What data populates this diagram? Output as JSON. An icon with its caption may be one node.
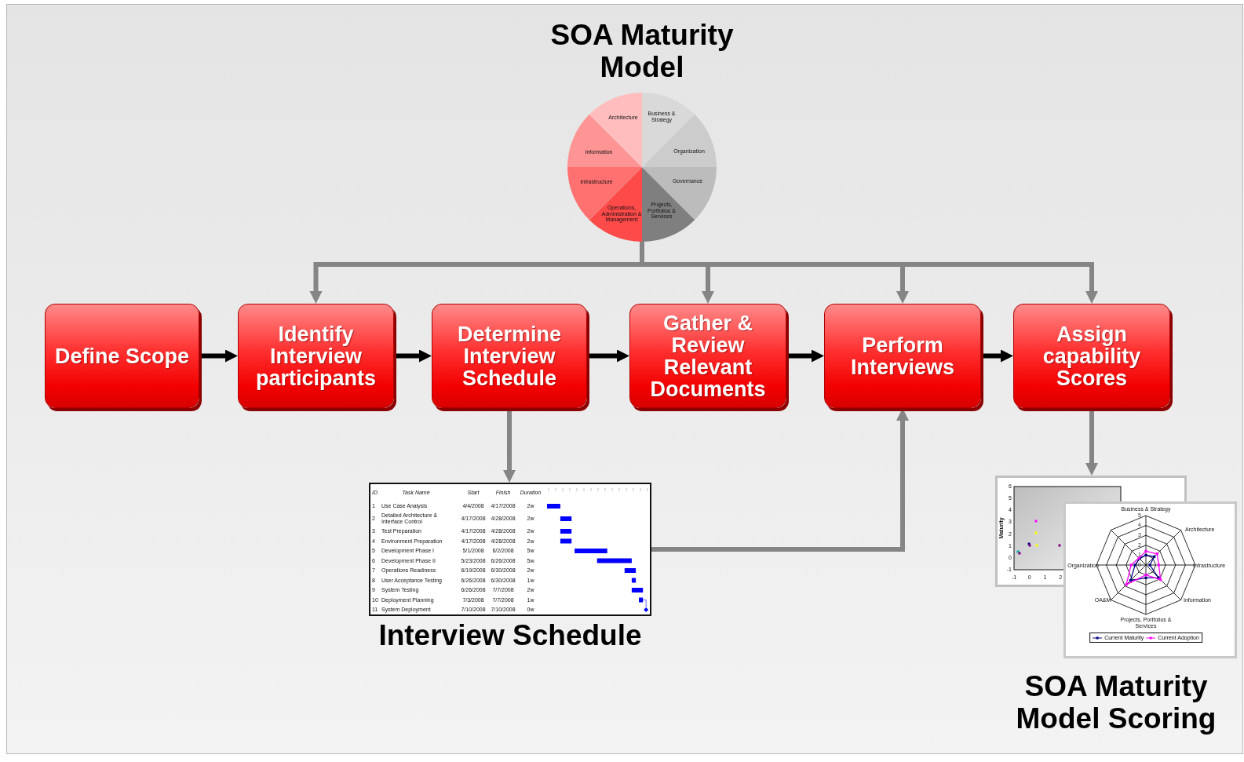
{
  "diagram": {
    "nodes": [
      {
        "text": [
          "SOA Maturity Model"
        ]
      },
      {
        "text": [
          "Define Scope"
        ]
      },
      {
        "text": [
          "Identify Interview participants"
        ]
      },
      {
        "text": [
          "Determine Interview Schedule"
        ]
      },
      {
        "text": [
          "Gather & Review Relevant Documents"
        ]
      },
      {
        "text": [
          "Perform Interviews"
        ]
      },
      {
        "text": [
          "Assign capability Scores"
        ]
      },
      {
        "text": [
          "Interview Schedule"
        ]
      },
      {
        "text": [
          "SOA Maturity Model Scoring"
        ]
      }
    ],
    "edges": [
      {
        "from": 1,
        "to": 2,
        "arrow": "to",
        "color": "#000000"
      },
      {
        "from": 2,
        "to": 3,
        "arrow": "to",
        "color": "#000000"
      },
      {
        "from": 3,
        "to": 4,
        "arrow": "to",
        "color": "#000000"
      },
      {
        "from": 4,
        "to": 5,
        "arrow": "to",
        "color": "#000000"
      },
      {
        "from": 5,
        "to": 6,
        "arrow": "to",
        "color": "#000000"
      },
      {
        "from": 0,
        "to": 2,
        "arrow": "to"
      },
      {
        "from": 0,
        "to": 4,
        "arrow": "to"
      },
      {
        "from": 0,
        "to": 5,
        "arrow": "to"
      },
      {
        "from": 0,
        "to": 6,
        "arrow": "to"
      },
      {
        "from": 3,
        "to": 7,
        "arrow": "to"
      },
      {
        "from": 7,
        "to": 5,
        "arrow": "to"
      },
      {
        "from": 6,
        "to": 8,
        "arrow": "to"
      }
    ],
    "labels": [
      "Architecture",
      "Business & Strategy",
      "Information",
      "Organization",
      "Infrastructure",
      "Governance",
      "Operations, Administration & Management",
      "Projects, Portfolios & Services",
      "ID",
      "Task Name",
      "Start",
      "Finish",
      "Duration",
      "1",
      "Use Case Analysis",
      "4/4/2008",
      "4/17/2008",
      "2w",
      "2",
      "Detailed Architecture & Interface Control",
      "4/17/2008",
      "4/28/2008",
      "2w",
      "3",
      "Test Preparation",
      "4/17/2008",
      "4/28/2008",
      "2w",
      "4",
      "Environment Preparation",
      "4/17/2008",
      "4/28/2008",
      "2w",
      "5",
      "Development Phase I",
      "5/1/2008",
      "6/2/2008",
      "5w",
      "6",
      "Development Phase II",
      "5/23/2008",
      "6/26/2008",
      "5w",
      "7",
      "Operations Readiness",
      "6/19/2008",
      "6/30/2008",
      "2w",
      "8",
      "User Acceptance Testing",
      "6/26/2008",
      "6/30/2008",
      "1w",
      "9",
      "System Testing",
      "6/26/2008",
      "7/7/2008",
      "2w",
      "10",
      "Deployment Planning",
      "7/3/2008",
      "7/7/2008",
      "1w",
      "11",
      "System Deployment",
      "7/10/2008",
      "7/10/2008",
      "0w",
      "6",
      "5",
      "4",
      "3",
      "2",
      "1",
      "0",
      "-1",
      "Maturity",
      "-1",
      "0",
      "1",
      "2",
      "Business & Strategy",
      "5",
      "4",
      "3",
      "2",
      "1",
      "0",
      "Architecture",
      "Organization",
      "Infrastructure",
      "OA&M",
      "Information",
      "Projects, Portfolios & Services"
    ],
    "legend": [
      {
        "text": "Current Maturity"
      },
      {
        "text": "Current Adoption"
      }
    ]
  }
}
